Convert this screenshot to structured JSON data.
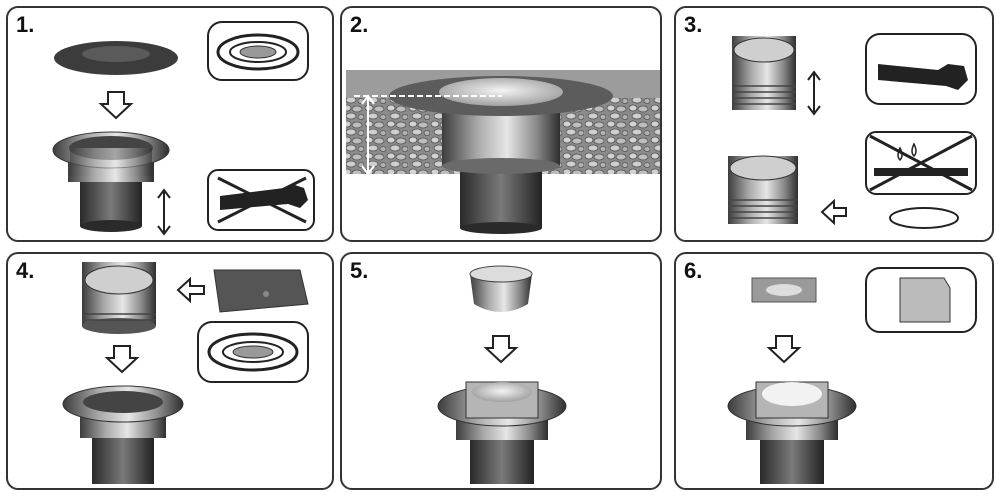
{
  "steps": [
    {
      "number": "1."
    },
    {
      "number": "2."
    },
    {
      "number": "3."
    },
    {
      "number": "4."
    },
    {
      "number": "5."
    },
    {
      "number": "6."
    }
  ]
}
